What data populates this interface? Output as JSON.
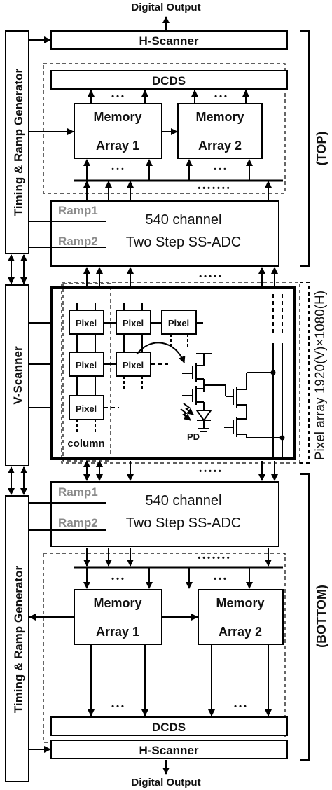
{
  "top_output_label": "Digital Output",
  "bottom_output_label": "Digital Output",
  "top_h_scanner": "H-Scanner",
  "bottom_h_scanner": "H-Scanner",
  "top_dcds": "DCDS",
  "bottom_dcds": "DCDS",
  "memory_label": "Memory",
  "array1_label": "Array 1",
  "array2_label": "Array 2",
  "adc_line1": "540 channel",
  "adc_line2": "Two Step SS-ADC",
  "ramp1": "Ramp1",
  "ramp2": "Ramp2",
  "timing_ramp": "Timing & Ramp Generator",
  "v_scanner": "V-Scanner",
  "top_bracket": "(TOP)",
  "bottom_bracket": "(BOTTOM)",
  "pixel_array_label": "Pixel array 1920(V)×1080(H)",
  "pixel_label": "Pixel",
  "column_label": "column",
  "pd_label": "PD",
  "dots": "• • •",
  "dots_long": "• • • • • • •",
  "dots_mid": "• • • • •"
}
